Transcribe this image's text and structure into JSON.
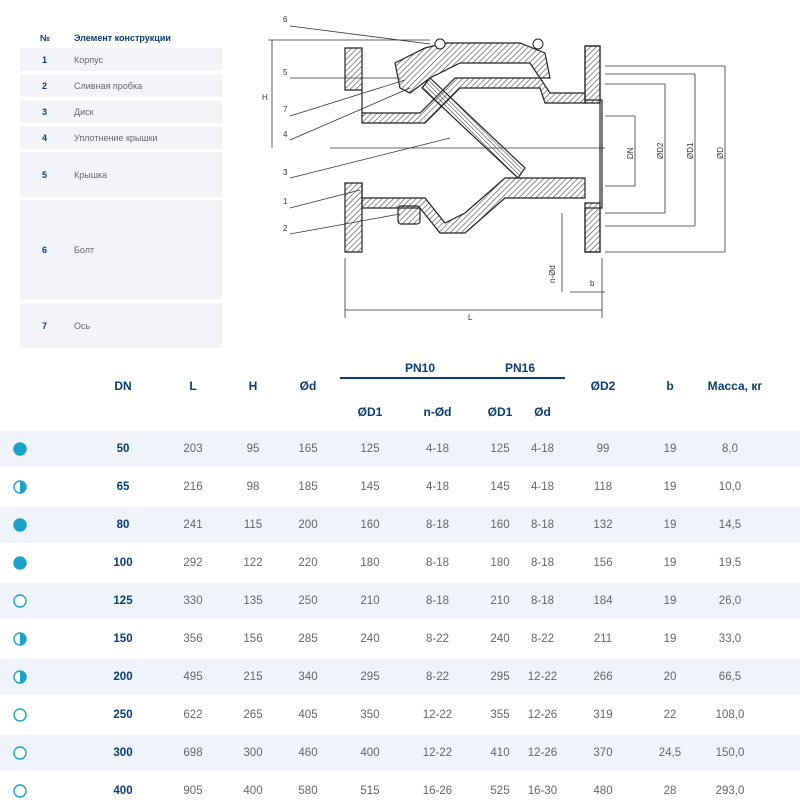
{
  "legend": {
    "col_num": "№",
    "col_name": "Элемент конструкции",
    "items": [
      {
        "num": "1",
        "name": "Корпус"
      },
      {
        "num": "2",
        "name": "Сливная пробка"
      },
      {
        "num": "3",
        "name": "Диск"
      },
      {
        "num": "4",
        "name": "Уплотнение крышки"
      },
      {
        "num": "5",
        "name": "Крышка"
      },
      {
        "num": "6",
        "name": "Болт"
      },
      {
        "num": "7",
        "name": "Ось"
      }
    ]
  },
  "drawing": {
    "callouts": [
      "6",
      "5",
      "7",
      "4",
      "3",
      "1",
      "2"
    ],
    "dims": {
      "H": "H",
      "L": "L",
      "DN": "DN",
      "D2": "ØD2",
      "D1": "ØD1",
      "D": "ØD",
      "nd": "n-Ød",
      "b": "b"
    }
  },
  "table": {
    "headers": {
      "dn": "DN",
      "l": "L",
      "h": "H",
      "d": "Ød",
      "pn10": "PN10",
      "pn16": "PN16",
      "d1a": "ØD1",
      "nd": "n-Ød",
      "d1b": "ØD1",
      "d2": "ØD2",
      "b": "b",
      "mass": "Масса, кг"
    },
    "rows": [
      {
        "icon": "full",
        "dn": "50",
        "l": "203",
        "h": "95",
        "od": "165",
        "d1_10": "125",
        "nd_10": "4-18",
        "d1_16": "125",
        "d_16": "4-18",
        "d2": "99",
        "b": "19",
        "mass": "8,0"
      },
      {
        "icon": "half",
        "dn": "65",
        "l": "216",
        "h": "98",
        "od": "185",
        "d1_10": "145",
        "nd_10": "4-18",
        "d1_16": "145",
        "d_16": "4-18",
        "d2": "118",
        "b": "19",
        "mass": "10,0"
      },
      {
        "icon": "full",
        "dn": "80",
        "l": "241",
        "h": "115",
        "od": "200",
        "d1_10": "160",
        "nd_10": "8-18",
        "d1_16": "160",
        "d_16": "8-18",
        "d2": "132",
        "b": "19",
        "mass": "14,5"
      },
      {
        "icon": "full",
        "dn": "100",
        "l": "292",
        "h": "122",
        "od": "220",
        "d1_10": "180",
        "nd_10": "8-18",
        "d1_16": "180",
        "d_16": "8-18",
        "d2": "156",
        "b": "19",
        "mass": "19,5"
      },
      {
        "icon": "empty",
        "dn": "125",
        "l": "330",
        "h": "135",
        "od": "250",
        "d1_10": "210",
        "nd_10": "8-18",
        "d1_16": "210",
        "d_16": "8-18",
        "d2": "184",
        "b": "19",
        "mass": "26,0"
      },
      {
        "icon": "half",
        "dn": "150",
        "l": "356",
        "h": "156",
        "od": "285",
        "d1_10": "240",
        "nd_10": "8-22",
        "d1_16": "240",
        "d_16": "8-22",
        "d2": "211",
        "b": "19",
        "mass": "33,0"
      },
      {
        "icon": "half",
        "dn": "200",
        "l": "495",
        "h": "215",
        "od": "340",
        "d1_10": "295",
        "nd_10": "8-22",
        "d1_16": "295",
        "d_16": "12-22",
        "d2": "266",
        "b": "20",
        "mass": "66,5"
      },
      {
        "icon": "empty",
        "dn": "250",
        "l": "622",
        "h": "265",
        "od": "405",
        "d1_10": "350",
        "nd_10": "12-22",
        "d1_16": "355",
        "d_16": "12-26",
        "d2": "319",
        "b": "22",
        "mass": "108,0"
      },
      {
        "icon": "empty",
        "dn": "300",
        "l": "698",
        "h": "300",
        "od": "460",
        "d1_10": "400",
        "nd_10": "12-22",
        "d1_16": "410",
        "d_16": "12-26",
        "d2": "370",
        "b": "24,5",
        "mass": "150,0"
      },
      {
        "icon": "empty",
        "dn": "400",
        "l": "905",
        "h": "400",
        "od": "580",
        "d1_10": "515",
        "nd_10": "16-26",
        "d1_16": "525",
        "d_16": "16-30",
        "d2": "480",
        "b": "28",
        "mass": "293,0"
      }
    ]
  },
  "colors": {
    "accent": "#1aa3c8",
    "heading": "#0a3c78",
    "row_shade": "#f0f3f9"
  }
}
